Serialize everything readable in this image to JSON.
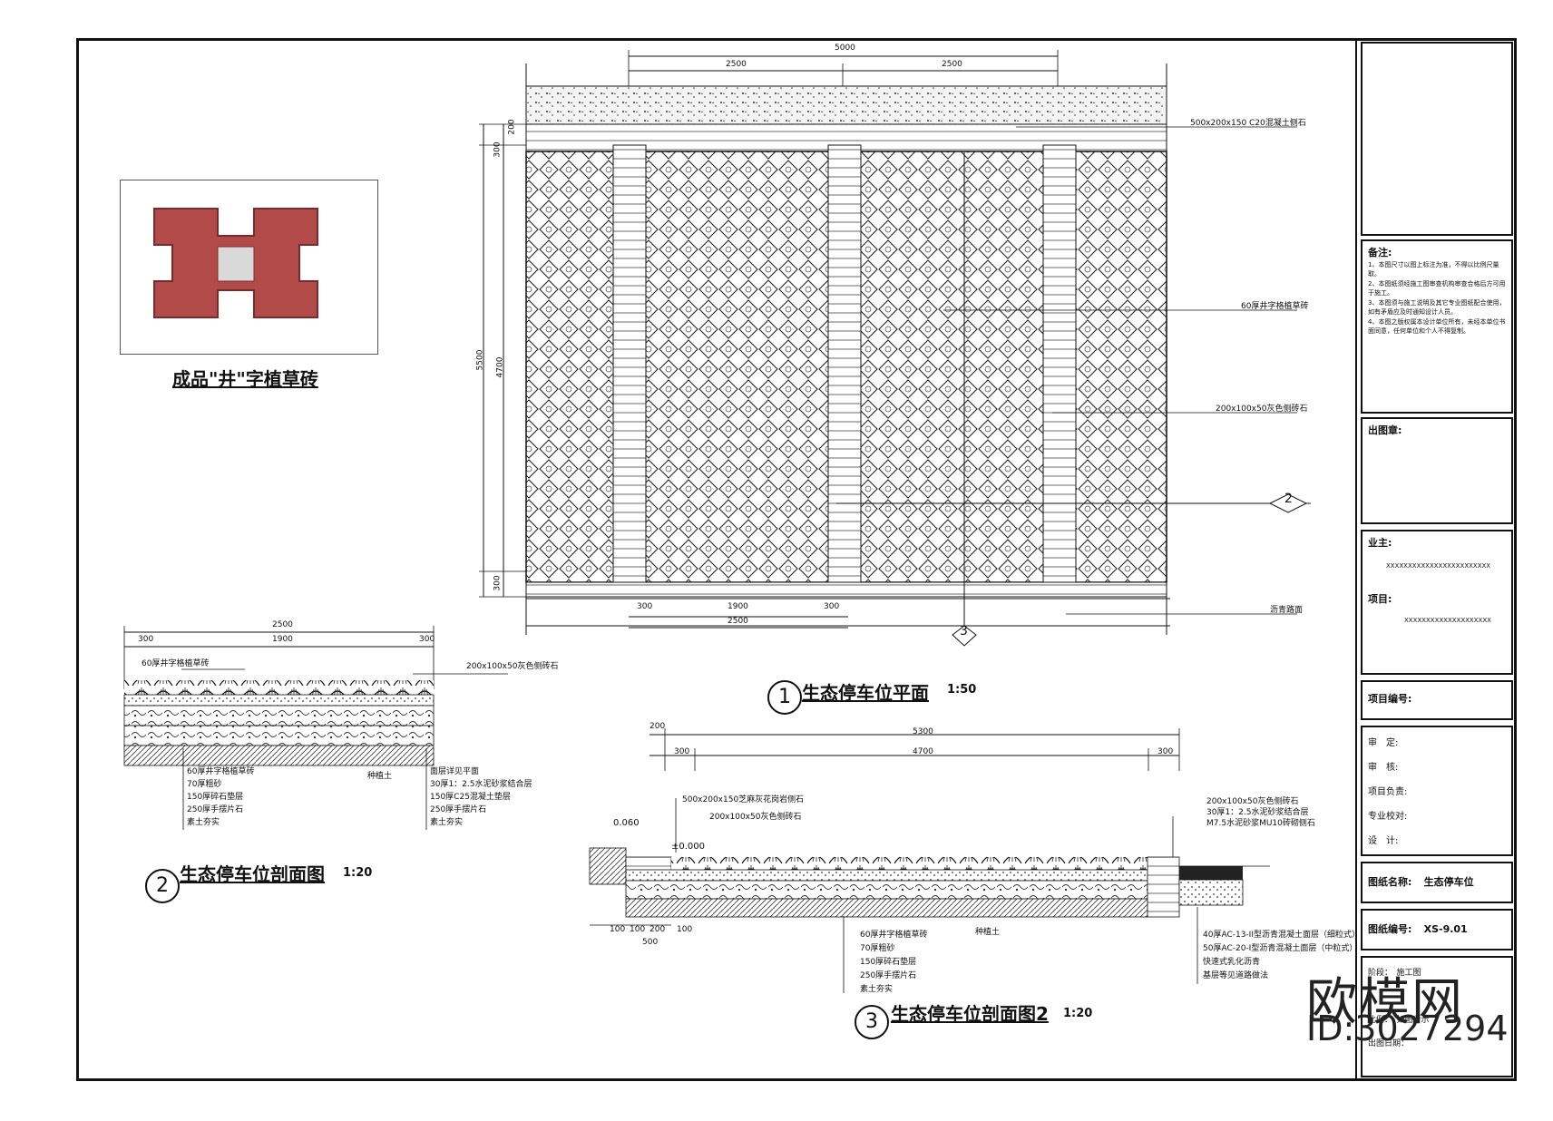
{
  "photo": {
    "caption": "成品\"井\"字植草砖"
  },
  "plan": {
    "title": "生态停车位平面",
    "scale": "1:50",
    "number": "1",
    "dims": {
      "total": "5000",
      "half_left": "2500",
      "half_right": "2500",
      "height": "5500",
      "inner_height": "4700",
      "top_200": "200",
      "top_300": "300",
      "bottom_300": "300",
      "b300a": "300",
      "b1900": "1900",
      "b300b": "300",
      "b2500": "2500"
    },
    "labels": {
      "curb": "500x200x150 C20混凝土侧石",
      "grass_brick": "60厚井字格植草砖",
      "edge_brick": "200x100x50灰色侧砖石",
      "asphalt": "沥青路面"
    },
    "section_mark_2": "2",
    "section_mark_3": "3"
  },
  "section2": {
    "title": "生态停车位剖面图",
    "scale": "1:20",
    "number": "2",
    "dims": {
      "total": "2500",
      "d300a": "300",
      "d1900": "1900",
      "d300b": "300"
    },
    "top_labels": {
      "grass": "60厚井字格植草砖",
      "edge": "200x100x50灰色侧砖石"
    },
    "left_layers": [
      "60厚井字格植草砖",
      "70厚粗砂",
      "150厚碎石垫层",
      "250厚手摆片石",
      "素土夯实"
    ],
    "mid_label": "种植土",
    "right_layers": [
      "面层详见平面",
      "30厚1：2.5水泥砂浆结合层",
      "150厚C25混凝土垫层",
      "250厚手摆片石",
      "素土夯实"
    ]
  },
  "section3": {
    "title": "生态停车位剖面图2",
    "scale": "1:20",
    "number": "3",
    "dims": {
      "total": "5300",
      "d200": "200",
      "d300a": "300",
      "d4700": "4700",
      "d300b": "300",
      "b100a": "100",
      "b100b": "100",
      "b200": "200",
      "b100c": "100",
      "b500": "500"
    },
    "elev": {
      "e1": "0.060",
      "e2": "±0.000"
    },
    "top_labels": {
      "curb": "500x200x150芝麻灰花岗岩侧石",
      "edge": "200x100x50灰色侧砖石"
    },
    "right_top": [
      "200x100x50灰色侧砖石",
      "30厚1：2.5水泥砂浆结合层",
      "M7.5水泥砂浆MU10砖砌侧石"
    ],
    "mid_label": "种植土",
    "left_layers": [
      "60厚井字格植草砖",
      "70厚粗砂",
      "150厚碎石垫层",
      "250厚手摆片石",
      "素土夯实"
    ],
    "right_layers": [
      "40厚AC-13-II型沥青混凝土面层（细粒式）",
      "50厚AC-20-I型沥青混凝土面层（中粒式）",
      "快速式乳化沥青",
      "基层等见道路做法"
    ]
  },
  "titleblock": {
    "notes_title": "备注:",
    "notes": [
      "1、本图尺寸以图上标注为准，不得以比例尺量取。",
      "2、本图纸须经施工图审查机构审查合格后方可用于施工。",
      "3、本图须与施工说明及其它专业图纸配合使用，如有矛盾应及时通知设计人员。",
      "4、本图之版权属本设计单位所有，未经本单位书面同意，任何单位和个人不得复制。"
    ],
    "seal": "出图章:",
    "owner_label": "业主:",
    "owner_value": "XXXXXXXXXXXXXXXXXXXXXXXX",
    "project_label": "项目:",
    "project_value": "XXXXXXXXXXXXXXXXXXXX",
    "project_no": "项目编号:",
    "approve": "审　定:",
    "check": "审　核:",
    "lead": "项目负责:",
    "proof": "专业校对:",
    "design": "设　计:",
    "drawing_name_label": "图纸名称:",
    "drawing_name": "生态停车位",
    "drawing_no_label": "图纸编号:",
    "drawing_no": "XS-9.01",
    "stage": "阶段：　施工图",
    "scale_label": "比例：　如图所示",
    "date_label": "出图日期："
  },
  "watermark": {
    "brand": "欧模网",
    "id": "ID:3027294"
  }
}
